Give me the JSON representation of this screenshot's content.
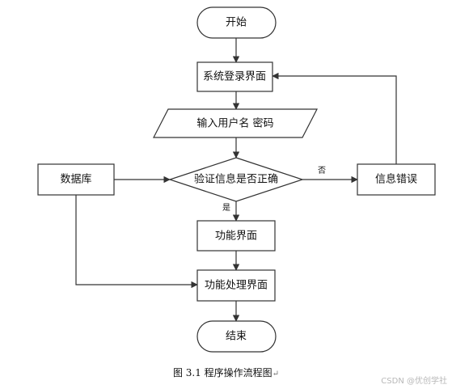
{
  "nodes": {
    "start": "开始",
    "login_ui": "系统登录界面",
    "input_credentials": "输入用户名 密码",
    "validate": "验证信息是否正确",
    "database": "数据库",
    "error_info": "信息错误",
    "function_ui": "功能界面",
    "process_ui": "功能处理界面",
    "end": "结束"
  },
  "edges": {
    "no_label": "否",
    "yes_label": "是"
  },
  "caption": {
    "text": "图 3.1  程序操作流程图",
    "mark": "↵"
  },
  "watermark": "CSDN @优创学社",
  "colors": {
    "stroke": "#333333",
    "fill": "#ffffff",
    "text": "#111111"
  }
}
